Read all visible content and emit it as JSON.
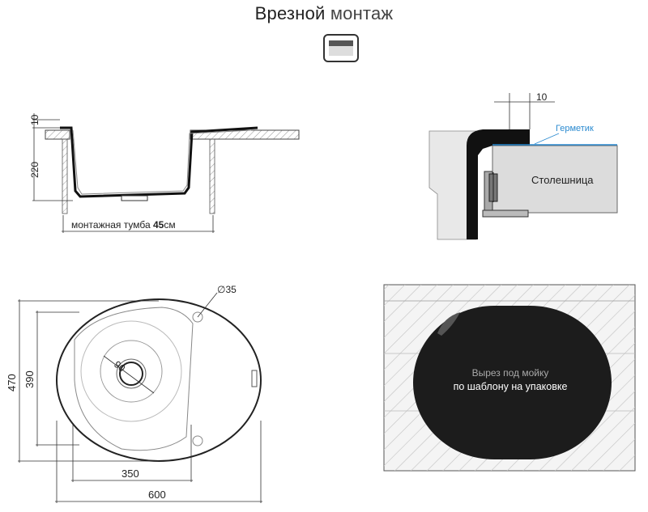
{
  "title": {
    "word1": "Врезной",
    "word2": "монтаж"
  },
  "icon": "mount-type-icon",
  "side_view": {
    "dim_rim": "10",
    "dim_depth": "220",
    "cabinet_text": "монтажная тумба ",
    "cabinet_size": "45",
    "cabinet_unit": "см"
  },
  "detail_view": {
    "dim_top": "10",
    "sealant_label": "Герметик",
    "countertop_label": "Столешница"
  },
  "top_view": {
    "dim_hole": "∅35",
    "dim_drain": "90",
    "dim_width_total": "600",
    "dim_bowl_width": "350",
    "dim_height_total": "470",
    "dim_bowl_height": "390"
  },
  "cutout_view": {
    "line1": "Вырез под мойку",
    "line2": "по шаблону на упаковке"
  },
  "colors": {
    "sealant": "#2a8ad0",
    "dark": "#1a1a1a",
    "hatch": "#c8c8c8"
  }
}
